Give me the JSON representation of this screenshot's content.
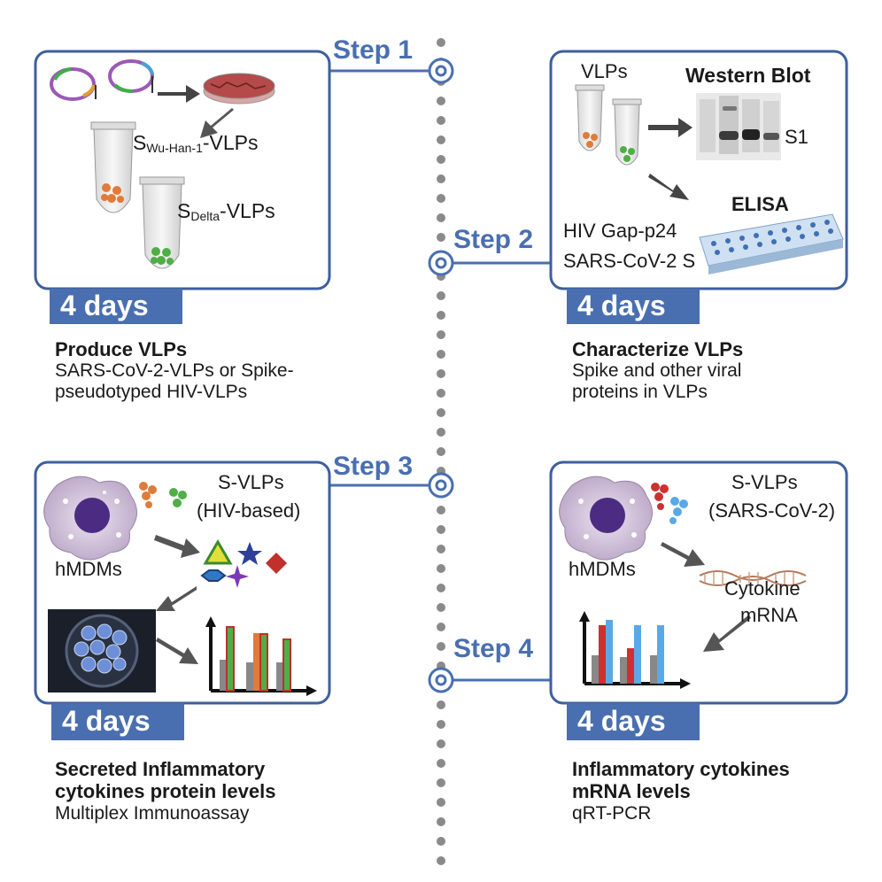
{
  "steps": [
    {
      "label": "Step 1",
      "days": "4 days",
      "title": "Produce VLPs",
      "body": [
        "SARS-CoV-2-VLPs or Spike-",
        "pseudotyped HIV-VLPs"
      ]
    },
    {
      "label": "Step 2",
      "days": "4 days",
      "title": "Characterize VLPs",
      "body": [
        "Spike and other viral",
        "proteins in VLPs"
      ]
    },
    {
      "label": "Step 3",
      "days": "4 days",
      "title": "Secreted Inflammatory",
      "title2": "cytokines protein levels",
      "body": [
        "Multiplex Immunoassay"
      ]
    },
    {
      "label": "Step 4",
      "days": "4 days",
      "title": "Inflammatory cytokines",
      "title2": "mRNA levels",
      "body": [
        "qRT-PCR"
      ]
    }
  ],
  "panel1": {
    "vlp_wuhan_prefix": "S",
    "vlp_wuhan_sub": "Wu-Han-1",
    "vlp_wuhan_suffix": "-VLPs",
    "vlp_delta_prefix": "S",
    "vlp_delta_sub": "Delta",
    "vlp_delta_suffix": "-VLPs"
  },
  "panel2": {
    "vlps": "VLPs",
    "western_blot": "Western Blot",
    "s1": "S1",
    "elisa": "ELISA",
    "hiv": "HIV Gap-p24",
    "sars": "SARS-CoV-2 S"
  },
  "panel3": {
    "svlps": "S-VLPs",
    "hiv_based": "(HIV-based)",
    "hmdms": "hMDMs"
  },
  "panel4": {
    "svlps": "S-VLPs",
    "sars": "(SARS-CoV-2)",
    "hmdms": "hMDMs",
    "cytokine": "Cytokine",
    "mrna": "mRNA"
  },
  "colors": {
    "accent": "#4a6fb0",
    "box_border": "#3d5f9e",
    "orange": "#e07b3a",
    "green": "#4fae46",
    "red": "#cc3030",
    "light_blue": "#5aa9e6"
  }
}
